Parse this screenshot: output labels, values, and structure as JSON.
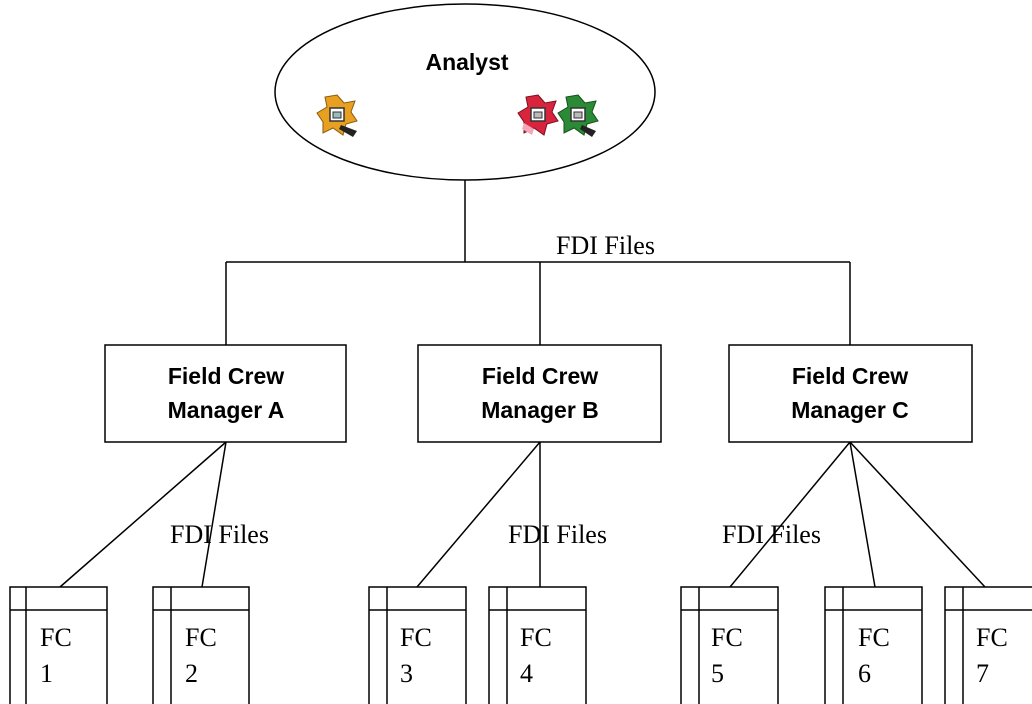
{
  "analyst": {
    "label": "Analyst",
    "icons": [
      {
        "name": "orange-gear-icon",
        "color": "#e8a020"
      },
      {
        "name": "red-gear-icon",
        "color": "#d8243c"
      },
      {
        "name": "green-gear-icon",
        "color": "#2a8a36"
      }
    ]
  },
  "edge_labels": {
    "top": "FDI Files",
    "manager_a": "FDI Files",
    "manager_b": "FDI Files",
    "manager_c": "FDI Files"
  },
  "managers": [
    {
      "line1": "Field Crew",
      "line2": "Manager A"
    },
    {
      "line1": "Field Crew",
      "line2": "Manager B"
    },
    {
      "line1": "Field Crew",
      "line2": "Manager C"
    }
  ],
  "crews": [
    {
      "line1": "FC",
      "line2": "1"
    },
    {
      "line1": "FC",
      "line2": "2"
    },
    {
      "line1": "FC",
      "line2": "3"
    },
    {
      "line1": "FC",
      "line2": "4"
    },
    {
      "line1": "FC",
      "line2": "5"
    },
    {
      "line1": "FC",
      "line2": "6"
    },
    {
      "line1": "FC",
      "line2": "7"
    }
  ]
}
